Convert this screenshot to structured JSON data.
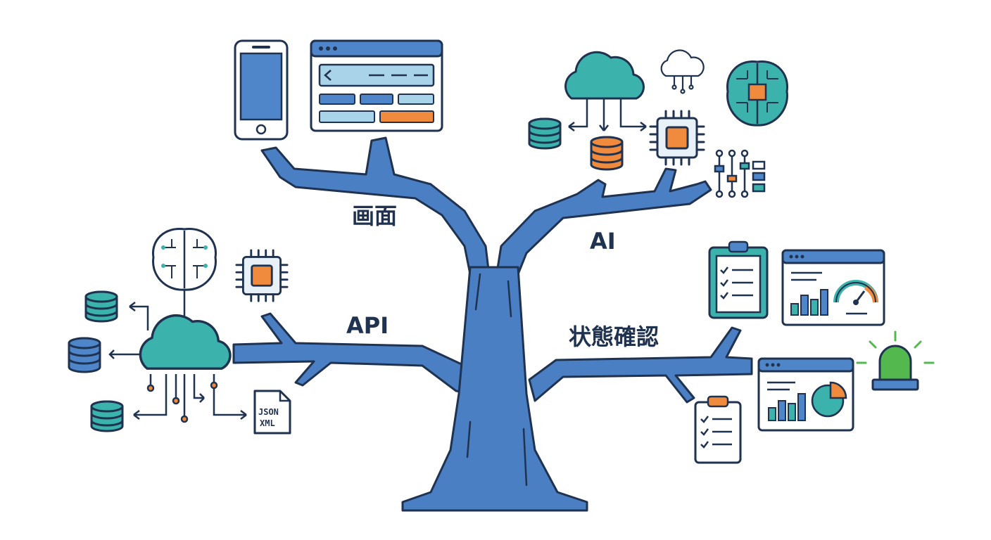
{
  "labels": {
    "screen": "画面",
    "ai": "AI",
    "api": "API",
    "status": "状態確認"
  },
  "api_file": {
    "line1": "JSON",
    "line2": "XML"
  },
  "colors": {
    "trunk": "#4a7fc4",
    "outline": "#1f3250",
    "teal": "#3bb3ac",
    "orange": "#f08a3c",
    "light_blue": "#a9d3e8",
    "green": "#53b94f",
    "screen_blue": "#4f86c9"
  },
  "icons": [
    "smartphone-icon",
    "browser-window-icon",
    "cloud-icon",
    "small-cloud-icon",
    "brain-chip-icon",
    "database-icon",
    "cpu-chip-icon",
    "flow-network-icon",
    "brain-icon",
    "json-xml-file-icon",
    "clipboard-checklist-icon",
    "dashboard-gauge-icon",
    "dashboard-chart-icon",
    "alarm-light-icon"
  ]
}
